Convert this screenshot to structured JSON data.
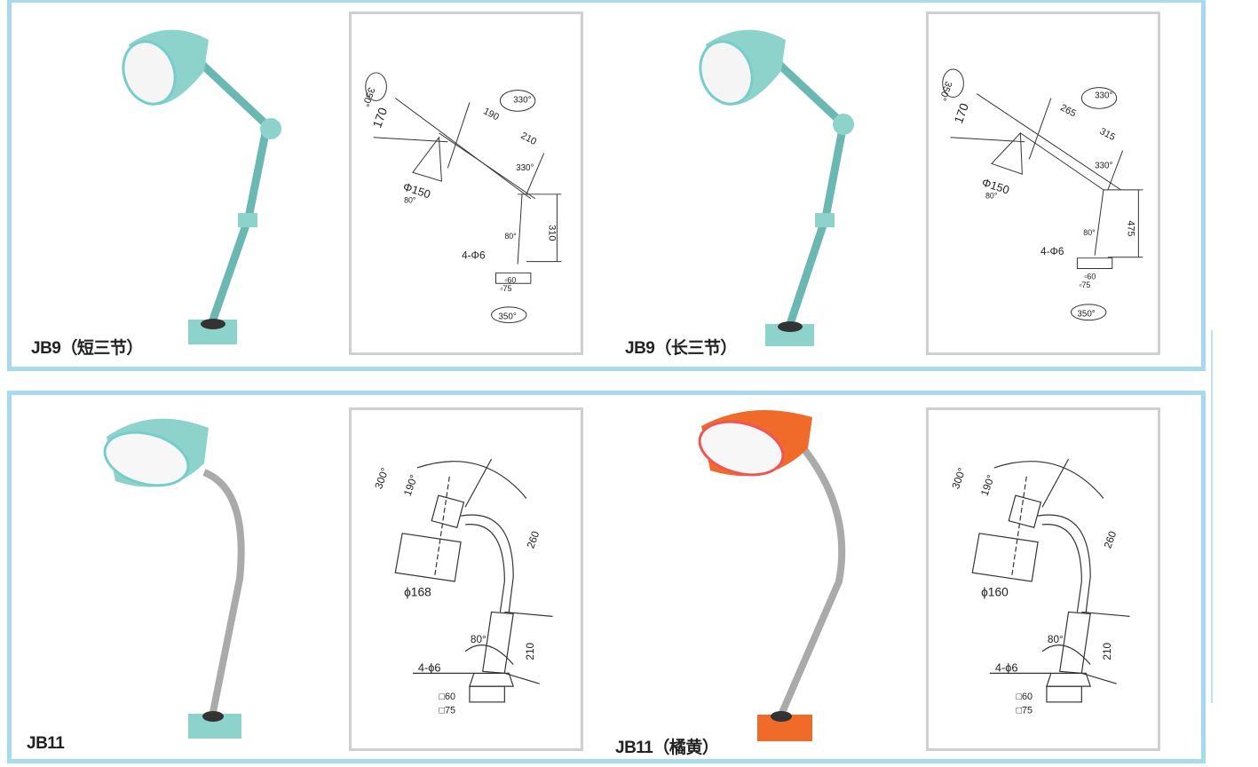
{
  "products": [
    {
      "label": "JB9（短三节）",
      "color": "#8ed2cc",
      "dims": {
        "rot_head": "350°",
        "h": "170",
        "a1": "190",
        "a2": "210",
        "rot1": "330°",
        "rot2": "330°",
        "dia": "Φ150",
        "tilt": "80°",
        "height": "310",
        "tilt2": "80°",
        "holes": "4-Φ6",
        "s60": "▫60",
        "s75": "▫75",
        "rot_base": "350°"
      }
    },
    {
      "label": "JB9（长三节）",
      "color": "#8ed2cc",
      "dims": {
        "rot_head": "350°",
        "h": "170",
        "a1": "265",
        "a2": "315",
        "rot1": "330°",
        "rot2": "330°",
        "dia": "Φ150",
        "tilt": "80°",
        "height": "475",
        "tilt2": "80°",
        "holes": "4-Φ6",
        "s60": "▫60",
        "s75": "▫75",
        "rot_base": "350°"
      }
    },
    {
      "label": "JB11",
      "color": "#8ed2cc",
      "dims": {
        "rot": "300°",
        "tilt": "190°",
        "len": "260",
        "dia": "ϕ168",
        "tilt2": "80°",
        "height": "210",
        "holes": "4-ϕ6",
        "s60": "□60",
        "s75": "□75"
      }
    },
    {
      "label": "JB11（橘黄）",
      "color": "#f06a2a",
      "dims": {
        "rot": "300°",
        "tilt": "190°",
        "len": "260",
        "dia": "ϕ160",
        "tilt2": "80°",
        "height": "210",
        "holes": "4-ϕ6",
        "s60": "□60",
        "s75": "□75"
      }
    }
  ],
  "colors": {
    "frame": "#a9d9ec",
    "box_border": "#cfcfcf",
    "teal": "#8ed2cc",
    "orange": "#f06a2a"
  }
}
